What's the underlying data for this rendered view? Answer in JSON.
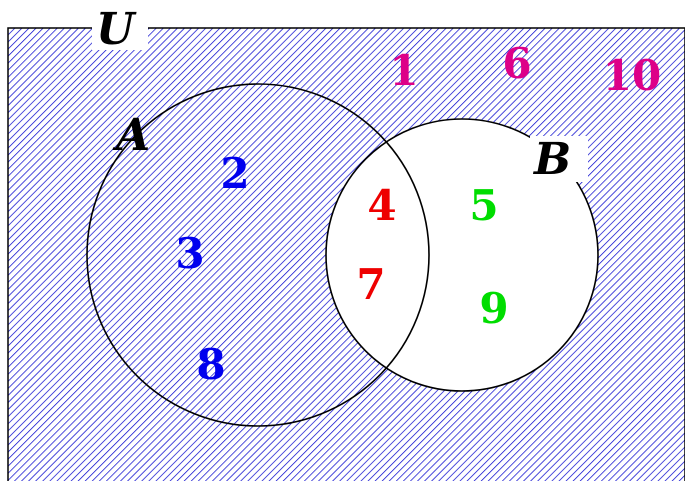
{
  "universe": {
    "label": "U"
  },
  "set_a": {
    "label": "A"
  },
  "set_b": {
    "label": "B"
  },
  "elements": {
    "only_a": [
      "2",
      "3",
      "8"
    ],
    "a_and_b": [
      "4",
      "7"
    ],
    "only_b": [
      "5",
      "9"
    ],
    "outside": [
      "1",
      "6",
      "10"
    ]
  },
  "colors": {
    "hatch": "#0000cc",
    "only_a": "#0000ee",
    "a_and_b": "#ee0000",
    "only_b": "#00dd00",
    "outside": "#dd0088"
  }
}
